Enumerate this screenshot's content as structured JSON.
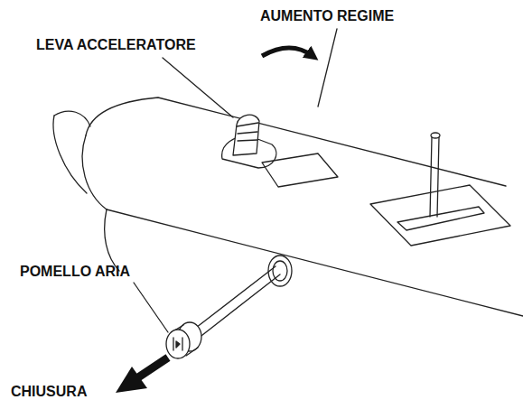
{
  "diagram": {
    "labels": [
      "AUMENTO REGIME",
      "LEVA ACCELERATORE",
      "POMELLO ARIA",
      "CHIUSURA"
    ]
  }
}
